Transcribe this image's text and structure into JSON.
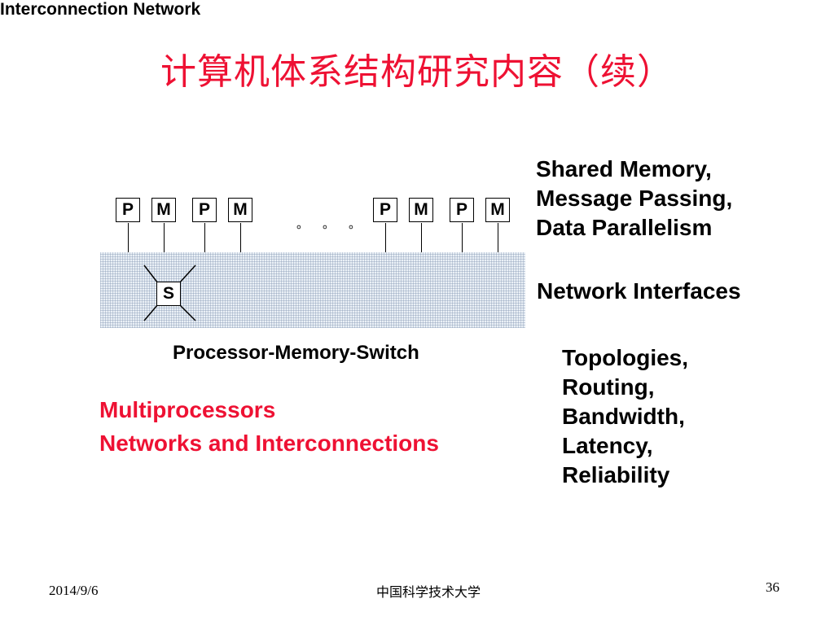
{
  "slide": {
    "title": "计算机体系结构研究内容（续）"
  },
  "diagram": {
    "nodes": [
      "P",
      "M",
      "P",
      "M",
      "P",
      "M",
      "P",
      "M"
    ],
    "ellipsis": [
      "。",
      "。",
      "。"
    ],
    "switch_label": "S",
    "network_label": "Interconnection Network",
    "caption": "Processor-Memory-Switch"
  },
  "left_text": {
    "line1": "Multiprocessors",
    "line2": "Networks and Interconnections"
  },
  "right_text": {
    "group1": [
      "Shared Memory,",
      "Message Passing,",
      "Data Parallelism"
    ],
    "group2": "Network Interfaces",
    "group3": [
      "Topologies,",
      "Routing,",
      "Bandwidth,",
      "Latency,",
      "Reliability"
    ]
  },
  "footer": {
    "date": "2014/9/6",
    "org": "中国科学技术大学",
    "page": "36"
  },
  "colors": {
    "accent": "#ee1133",
    "network_fill": "#eaf0f6"
  }
}
